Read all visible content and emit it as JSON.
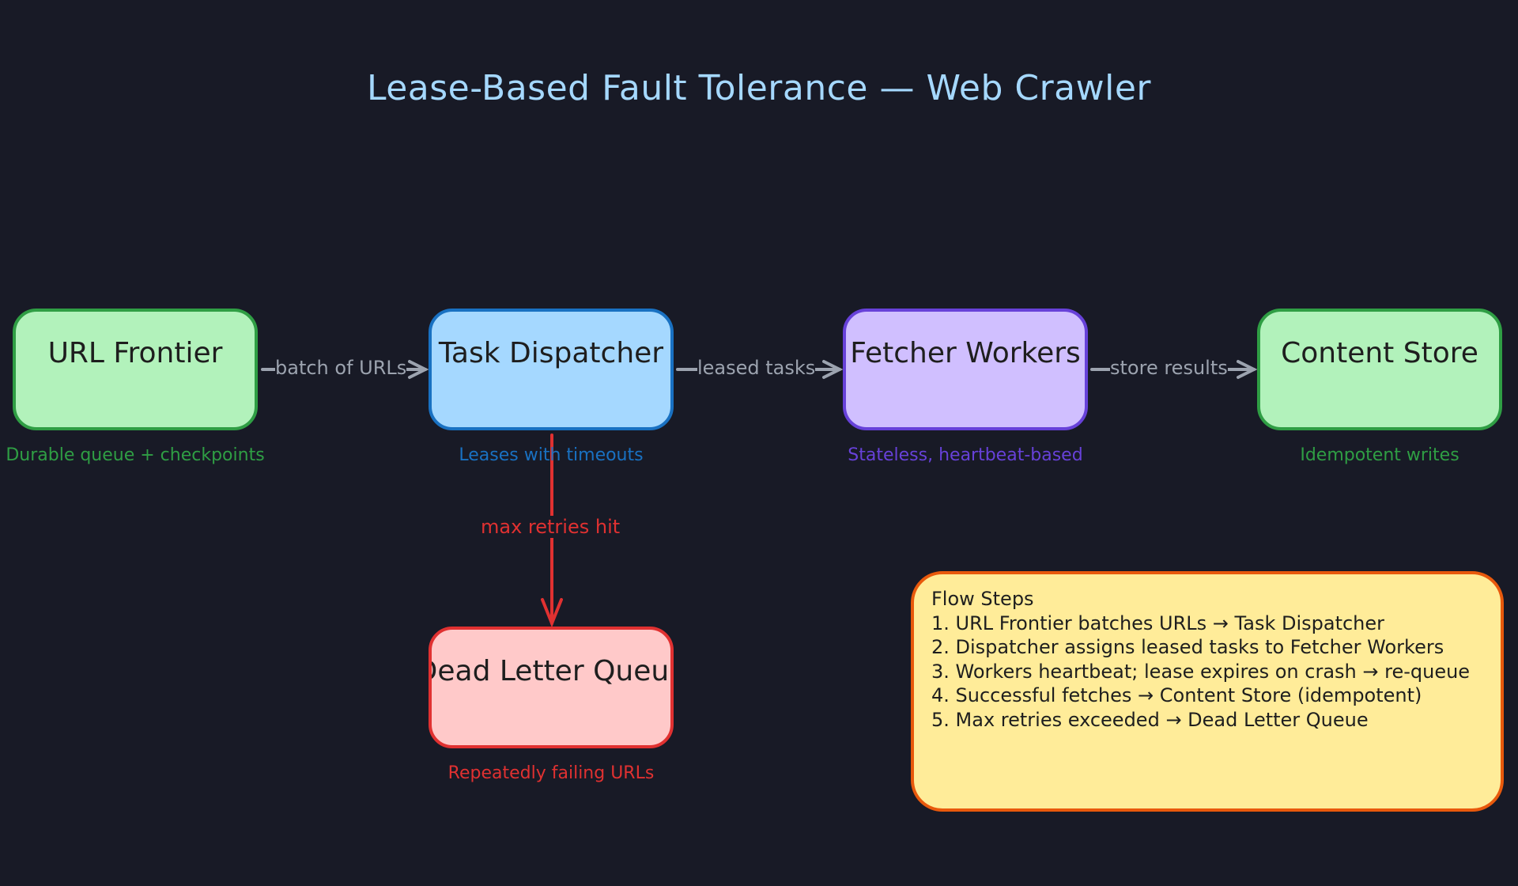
{
  "title": "Lease-Based Fault Tolerance — Web Crawler",
  "nodes": {
    "url_frontier": {
      "label": "URL Frontier",
      "caption": "Durable queue + checkpoints",
      "fill": "#b2f2bb",
      "stroke": "#2f9e44"
    },
    "task_dispatcher": {
      "label": "Task Dispatcher",
      "caption": "Leases with timeouts",
      "fill": "#a5d8ff",
      "stroke": "#1971c2"
    },
    "fetcher_workers": {
      "label": "Fetcher Workers",
      "caption": "Stateless, heartbeat-based",
      "fill": "#d0bfff",
      "stroke": "#6741d9"
    },
    "content_store": {
      "label": "Content Store",
      "caption": "Idempotent writes",
      "fill": "#b2f2bb",
      "stroke": "#2f9e44"
    },
    "dead_letter_queue": {
      "label": "Dead Letter Queue",
      "caption": "Repeatedly failing URLs",
      "fill": "#ffc9c9",
      "stroke": "#e03131"
    }
  },
  "edges": {
    "frontier_to_dispatcher": "batch of URLs",
    "dispatcher_to_workers": "leased tasks",
    "workers_to_store": "store results",
    "dispatcher_to_dlq": "max retries hit"
  },
  "flow_steps": {
    "heading": "Flow Steps",
    "steps": [
      "1. URL Frontier batches URLs → Task Dispatcher",
      "2. Dispatcher assigns leased tasks to Fetcher Workers",
      "3. Workers heartbeat; lease expires on crash → re-queue",
      "4. Successful fetches → Content Store (idempotent)",
      "5. Max retries exceeded → Dead Letter Queue"
    ]
  },
  "colors": {
    "background": "#181a26",
    "title": "#a5d8ff",
    "arrow": "#9ca3af",
    "failure_arrow": "#e03131",
    "notes_fill": "#ffec99",
    "notes_stroke": "#e8590c"
  }
}
